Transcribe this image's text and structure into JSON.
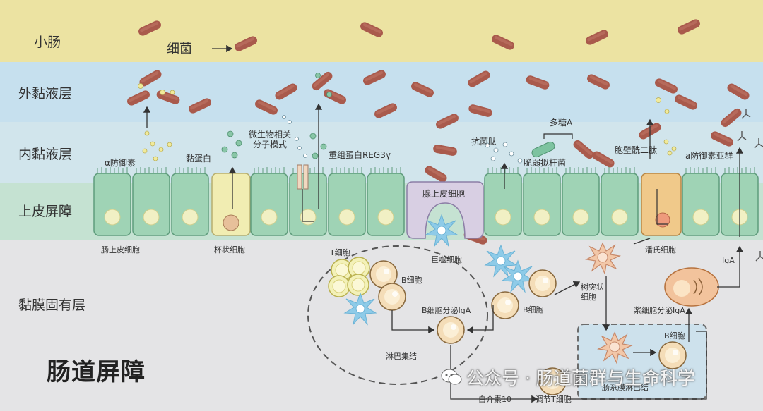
{
  "layers": {
    "small_intestine": "小肠",
    "outer_mucus": "外黏液层",
    "inner_mucus": "内黏液层",
    "epithelial_barrier": "上皮屏障",
    "lamina_propria": "黏膜固有层"
  },
  "labels": {
    "bacteria": "细菌",
    "alpha_defensin": "α防御素",
    "mucin": "黏蛋白",
    "mamp": "微生物相关\n分子模式",
    "reg3": "重组蛋白REG3γ",
    "antimicrobial": "抗菌肽",
    "polysaccharide": "多糖A",
    "bacteroides": "脆弱拟杆菌",
    "muramyl": "胞壁酰二肽",
    "alpha_defensin_group": "a防御素亚群",
    "enterocyte": "肠上皮细胞",
    "goblet": "杯状细胞",
    "follicle_epithelium": "腺上皮细胞",
    "paneth": "潘氏细胞",
    "t_cell": "T细胞",
    "macrophage": "巨噬细胞",
    "b_cell_1": "B细胞",
    "b_cell_2": "B细胞",
    "b_cell_3": "B细胞",
    "b_secrete": "B细胞分泌IgA",
    "lymph_node": "淋巴集结",
    "dendritic": "树突状\n细胞",
    "plasma": "浆细胞分泌IgA",
    "iga": "IgA",
    "mesenteric": "肠系膜淋巴结",
    "il10": "白介素10",
    "treg": "调节T细胞"
  },
  "title": "肠道屏障",
  "watermark": "公众号 · 肠道菌群与生命科学",
  "colors": {
    "bacteria": "#a95a4c",
    "epithelium": "#9fd3b5",
    "goblet": "#f1edb2",
    "paneth": "#f0c98a",
    "follicle": "#d8cfe3",
    "immune_blue": "#8ecbe8"
  }
}
